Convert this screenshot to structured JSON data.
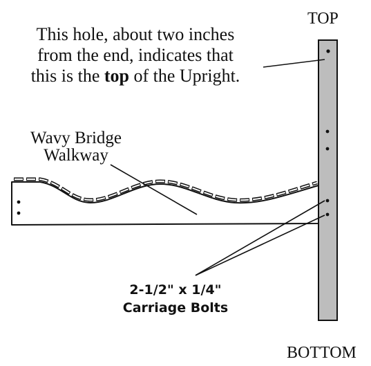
{
  "labels": {
    "top": "TOP",
    "bottom": "BOTTOM"
  },
  "hole_note": {
    "line1": "This hole, about two inches",
    "line2": "from the end, indicates that",
    "line3_before": "this is the ",
    "line3_bold": "top",
    "line3_after": " of the Upright."
  },
  "walkway_label": {
    "line1": "Wavy Bridge",
    "line2": "Walkway"
  },
  "bolts_label": {
    "line1": "2-1/2\" x 1/4\"",
    "line2": "Carriage Bolts"
  },
  "colors": {
    "upright_fill": "#bdbdbd",
    "outline": "#111111",
    "background": "#ffffff"
  }
}
